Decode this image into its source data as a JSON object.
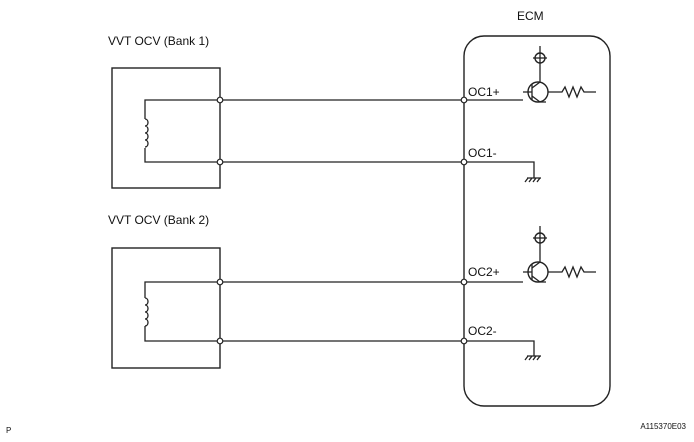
{
  "ecm": {
    "title": "ECM"
  },
  "components": [
    {
      "label": "VVT OCV (Bank 1)"
    },
    {
      "label": "VVT OCV (Bank 2)"
    }
  ],
  "terminals": [
    "OC1+",
    "OC1-",
    "OC2+",
    "OC2-"
  ],
  "corner": {
    "left": "P",
    "right": "A115370E03"
  }
}
